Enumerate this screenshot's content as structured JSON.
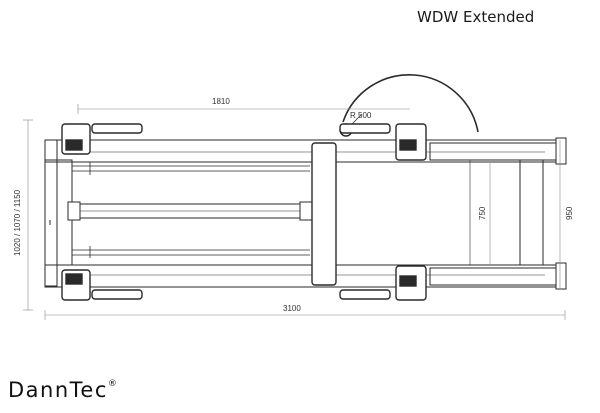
{
  "title": "WDW Extended",
  "dimensions": {
    "top_length": "1810",
    "radius": "R 500",
    "overall_length": "3100",
    "left_width": "1020 / 1070 / 1150",
    "inner_width": "750",
    "outer_width": "950"
  },
  "brand": {
    "name": "DannTec",
    "mark": "®"
  }
}
